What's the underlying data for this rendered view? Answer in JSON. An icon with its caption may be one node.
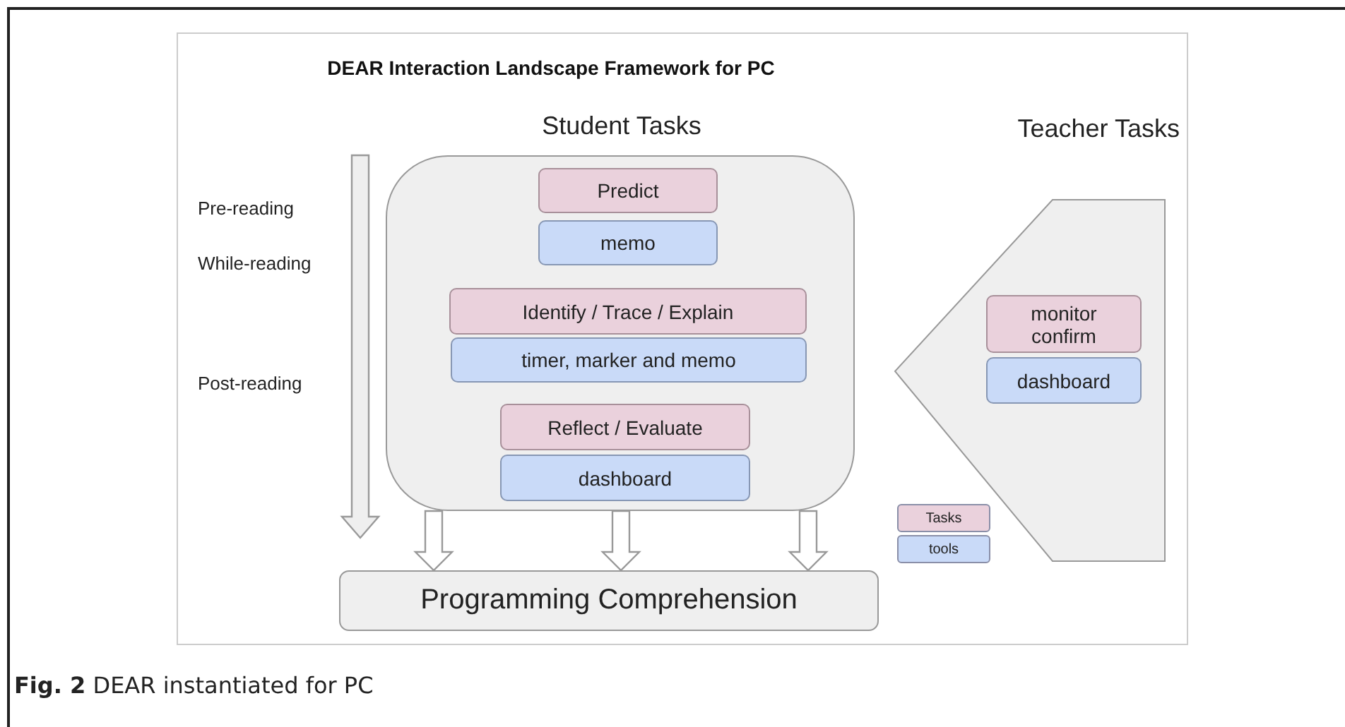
{
  "diagram": {
    "title": "DEAR Interaction Landscape Framework for PC",
    "caption": "**Fig. 2** DEAR instantiated for PC",
    "nodes": [
      {
        "text": [
          "Student Tasks"
        ]
      },
      {
        "text": [
          "Predict"
        ],
        "in": 0
      },
      {
        "text": [
          "memo"
        ],
        "in": 0
      },
      {
        "text": [
          "Identify / Trace / Explain"
        ],
        "in": 0
      },
      {
        "text": [
          "timer, marker and memo"
        ],
        "in": 0
      },
      {
        "text": [
          "Reflect / Evaluate"
        ],
        "in": 0
      },
      {
        "text": [
          "dashboard"
        ],
        "in": 0
      },
      {
        "text": [
          "Teacher Tasks"
        ]
      },
      {
        "text": [
          "monitor confirm"
        ],
        "in": 7
      },
      {
        "text": [
          "dashboard"
        ],
        "in": 7
      },
      {
        "text": [
          "Programming Comprehension"
        ]
      }
    ],
    "edges": [
      {
        "from": 0,
        "to": 10,
        "arrow": "to"
      },
      {
        "from": 0,
        "to": 10,
        "arrow": "to"
      },
      {
        "from": 0,
        "to": 10,
        "arrow": "to"
      }
    ],
    "labels": [
      "Pre-reading",
      "While-reading",
      "Post-reading"
    ],
    "legend": [
      {
        "text": "Tasks",
        "color": "#ead1dc"
      },
      {
        "text": "tools",
        "color": "#c9daf8"
      }
    ]
  }
}
